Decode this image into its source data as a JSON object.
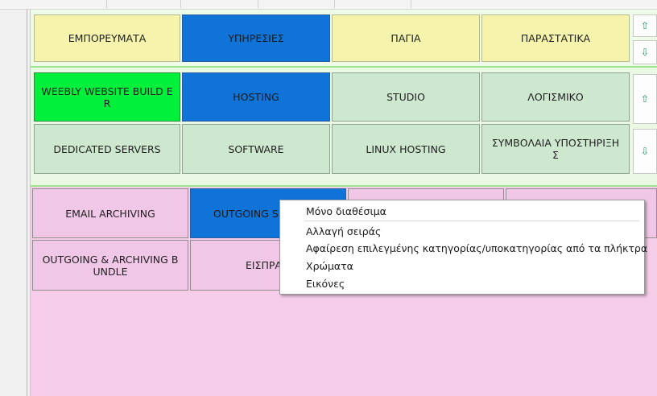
{
  "row1": [
    {
      "label": "ΕΜΠΟΡΕΥΜΑΤΑ",
      "color": "#f5f3ac"
    },
    {
      "label": "ΥΠΗΡΕΣΙΕΣ",
      "color": "#0f73d8"
    },
    {
      "label": "ΠΑΓΙΑ",
      "color": "#f5f3ac"
    },
    {
      "label": "ΠΑΡΑΣΤΑΤΙΚΑ",
      "color": "#f5f3ac"
    }
  ],
  "row2": [
    {
      "label": "WEEBLY WEBSITE BUILD ER"
    },
    {
      "label": "HOSTING"
    },
    {
      "label": "STUDIO"
    },
    {
      "label": "ΛΟΓΙΣΜΙΚΟ"
    }
  ],
  "row3": [
    {
      "label": "DEDICATED SERVERS"
    },
    {
      "label": "SOFTWARE"
    },
    {
      "label": "LINUX HOSTING"
    },
    {
      "label": "ΣΥΜΒΟΛΑΙΑ ΥΠΟΣΤΗΡΙΞΗ Σ"
    }
  ],
  "row4": [
    {
      "label": "EMAIL ARCHIVING"
    },
    {
      "label": "OUTGOING SP"
    }
  ],
  "row5": [
    {
      "label": "OUTGOING & ARCHIVING B UNDLE"
    },
    {
      "label": "ΕΙΣΠΡΑ"
    }
  ],
  "arrows": {
    "up": "⇧",
    "down": "⇩"
  },
  "context_menu": {
    "items": [
      "Μόνο διαθέσιμα",
      "Αλλαγή σειράς",
      "Αφαίρεση επιλεγμένης κατηγορίας/υποκατηγορίας από τα πλήκτρα",
      "Χρώματα",
      "Εικόνες"
    ]
  },
  "colors": {
    "yellow": "#f5f3ac",
    "blue": "#0f73d8",
    "green": "#cde8cf",
    "lime": "#00f03c",
    "pink": "#f0c7e6",
    "arrow": "#1a8f5f"
  }
}
